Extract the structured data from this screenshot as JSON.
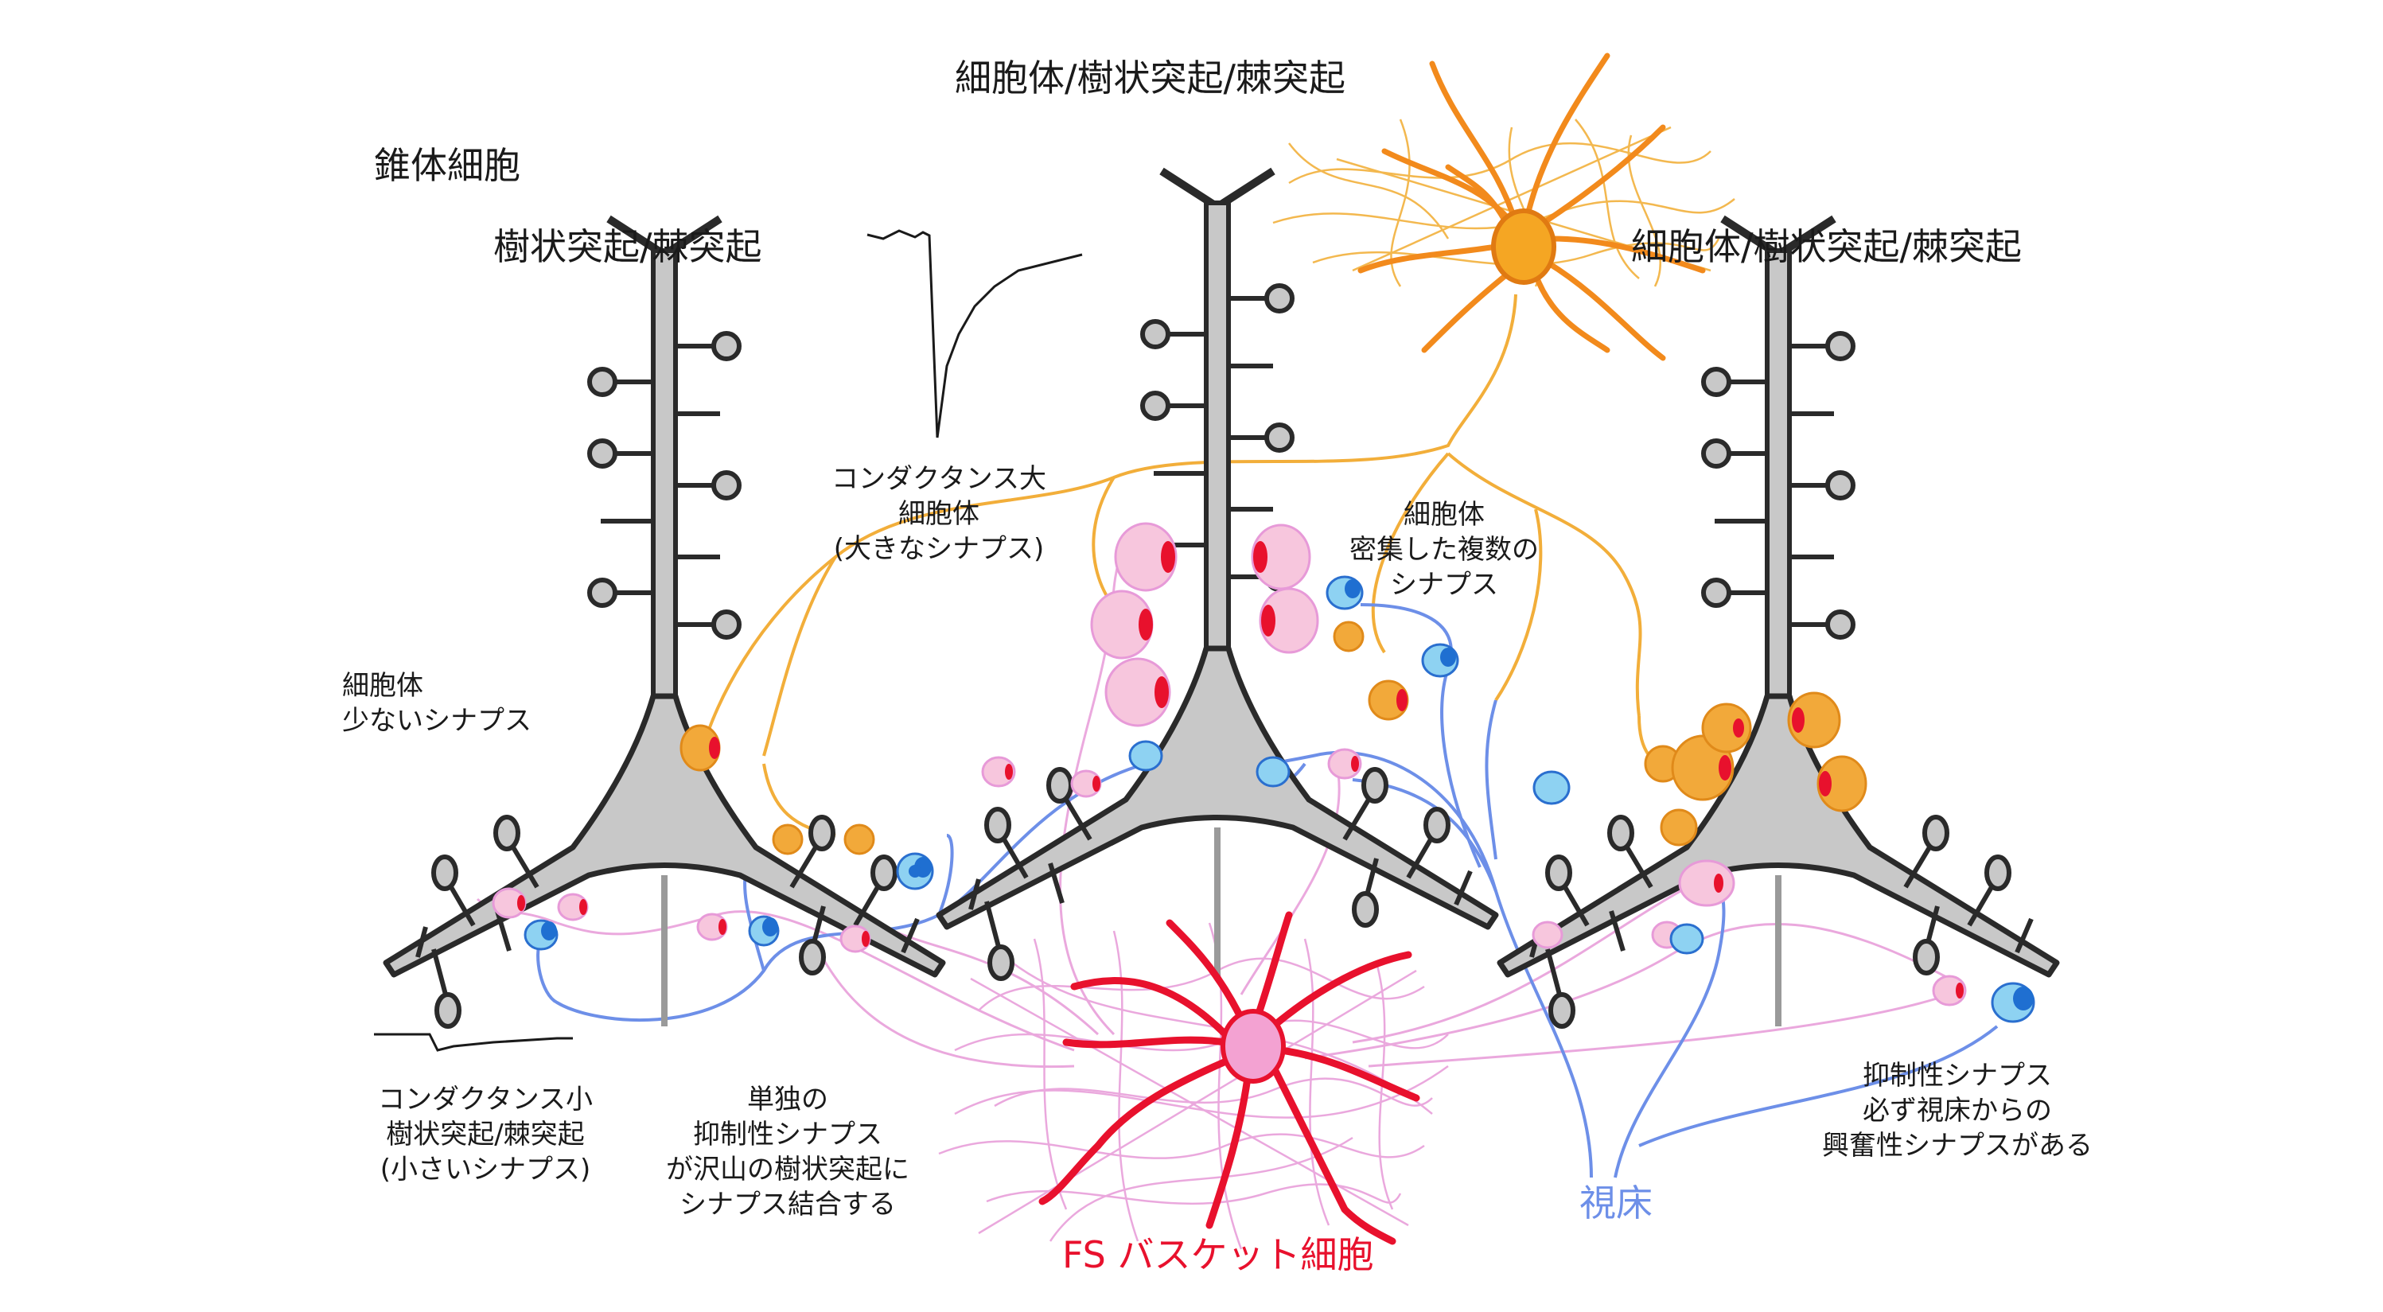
{
  "labels": {
    "pyramidal_cell": "錐体細胞",
    "left_top": "樹状突起/棘突起",
    "center_top": "細胞体/樹状突起/棘突起",
    "right_top": "細胞体/樹状突起/棘突起",
    "conductance_large": [
      "コンダクタンス大",
      "細胞体",
      "(大きなシナプス)"
    ],
    "soma_dense": [
      "細胞体",
      "密集した複数の",
      "シナプス"
    ],
    "soma_few": [
      "細胞体",
      "少ないシナプス"
    ],
    "conductance_small": [
      "コンダクタンス小",
      "樹状突起/棘突起",
      "(小さいシナプス)"
    ],
    "single_inhibitory": [
      "単独の",
      "抑制性シナプス",
      "が沢山の樹状突起に",
      "シナプス結合する"
    ],
    "inhibitory_thalamus": [
      "抑制性シナプス",
      "必ず視床からの",
      "興奮性シナプスがある"
    ],
    "fs_basket": "FS バスケット細胞",
    "thalamus": "視床"
  },
  "colors": {
    "neuron_fill": "#c8c8c8",
    "outline": "#2a2a2a",
    "fs_cell": "#e8112d",
    "fs_fibers": "#e79ad8",
    "fs_soma": "#f3a2d2",
    "orange_cell": "#f28a1c",
    "orange_fibers": "#f3b84f",
    "thalamus_axon": "#6d8fe8",
    "blue_bouton": "#1f6fd1",
    "pink_synapse": "#f7c6dd",
    "orange_synapse": "#f2a93a",
    "red_mark": "#e8112d"
  }
}
